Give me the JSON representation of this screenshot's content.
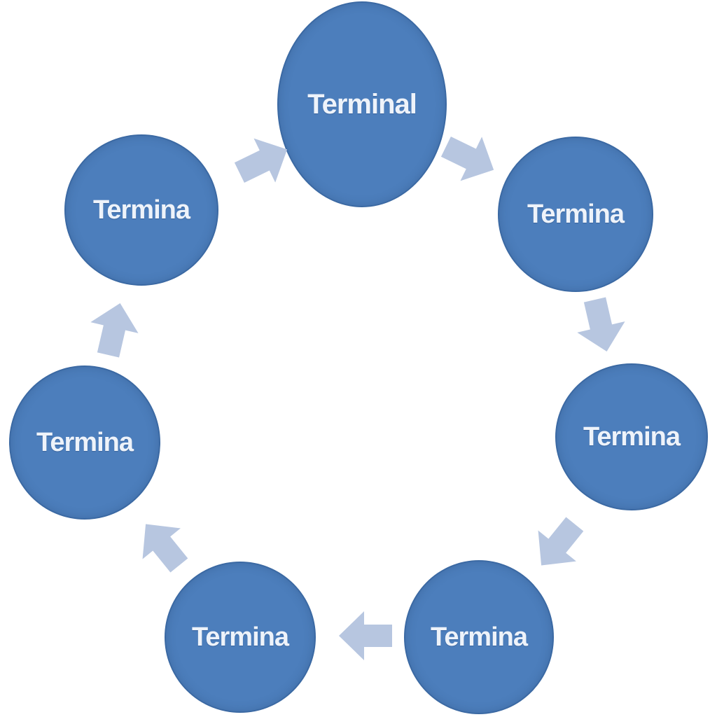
{
  "diagram": {
    "type": "cycle",
    "direction": "clockwise",
    "colors": {
      "background": "#ffffff",
      "node_fill": "#4c7ebc",
      "node_border": "#3b69a3",
      "arrow_fill": "#b7c6e0",
      "label_color": "#eef3fa"
    },
    "nodes": [
      {
        "id": "top",
        "label": "Terminal"
      },
      {
        "id": "top-right",
        "label": "Termina"
      },
      {
        "id": "right",
        "label": "Termina"
      },
      {
        "id": "bottom-right",
        "label": "Termina"
      },
      {
        "id": "bottom-left",
        "label": "Termina"
      },
      {
        "id": "left",
        "label": "Termina"
      },
      {
        "id": "top-left",
        "label": "Termina"
      }
    ],
    "arrows": [
      {
        "from": "top",
        "to": "top-right"
      },
      {
        "from": "top-right",
        "to": "right"
      },
      {
        "from": "right",
        "to": "bottom-right"
      },
      {
        "from": "bottom-right",
        "to": "bottom-left"
      },
      {
        "from": "bottom-left",
        "to": "left"
      },
      {
        "from": "left",
        "to": "top-left"
      },
      {
        "from": "top-left",
        "to": "top"
      }
    ]
  }
}
